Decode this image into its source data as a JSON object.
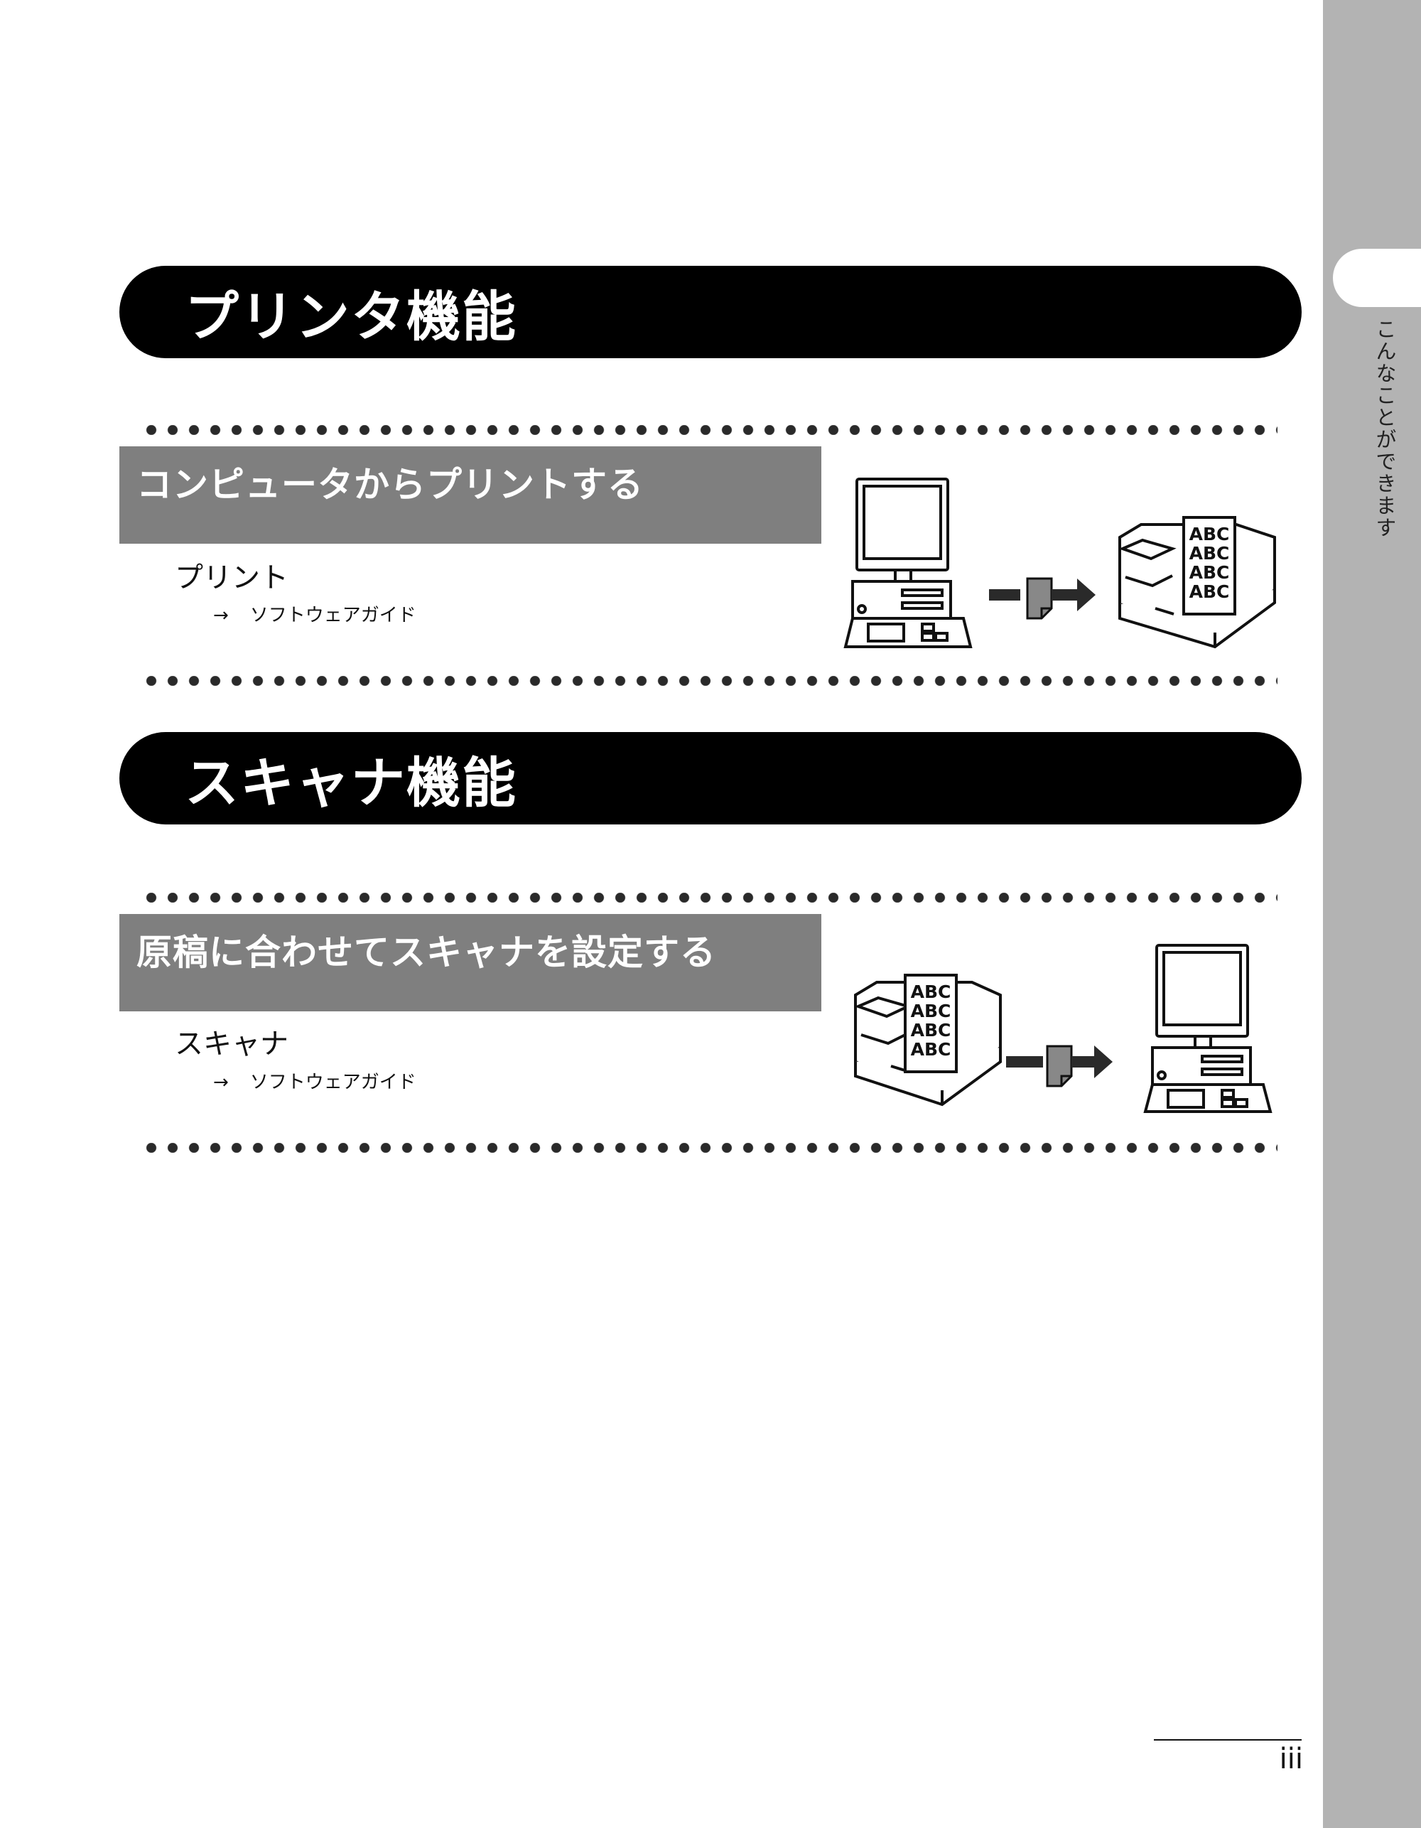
{
  "side_tab": {
    "label": "こんなことができます"
  },
  "sections": [
    {
      "title": "プリンタ機能",
      "feature": {
        "heading": "コンピュータからプリントする",
        "item": "プリント",
        "ref_arrow": "→",
        "ref_text": "ソフトウェアガイド"
      },
      "illustration": {
        "page_text": [
          "ABC",
          "ABC",
          "ABC",
          "ABC"
        ]
      }
    },
    {
      "title": "スキャナ機能",
      "feature": {
        "heading": "原稿に合わせてスキャナを設定する",
        "item": "スキャナ",
        "ref_arrow": "→",
        "ref_text": "ソフトウェアガイド"
      },
      "illustration": {
        "page_text": [
          "ABC",
          "ABC",
          "ABC",
          "ABC"
        ]
      }
    }
  ],
  "footer": {
    "page_number": "iii"
  },
  "colors": {
    "strip": "#b3b3b3",
    "heading_gray": "#7f7f7f",
    "pill": "#000000"
  }
}
